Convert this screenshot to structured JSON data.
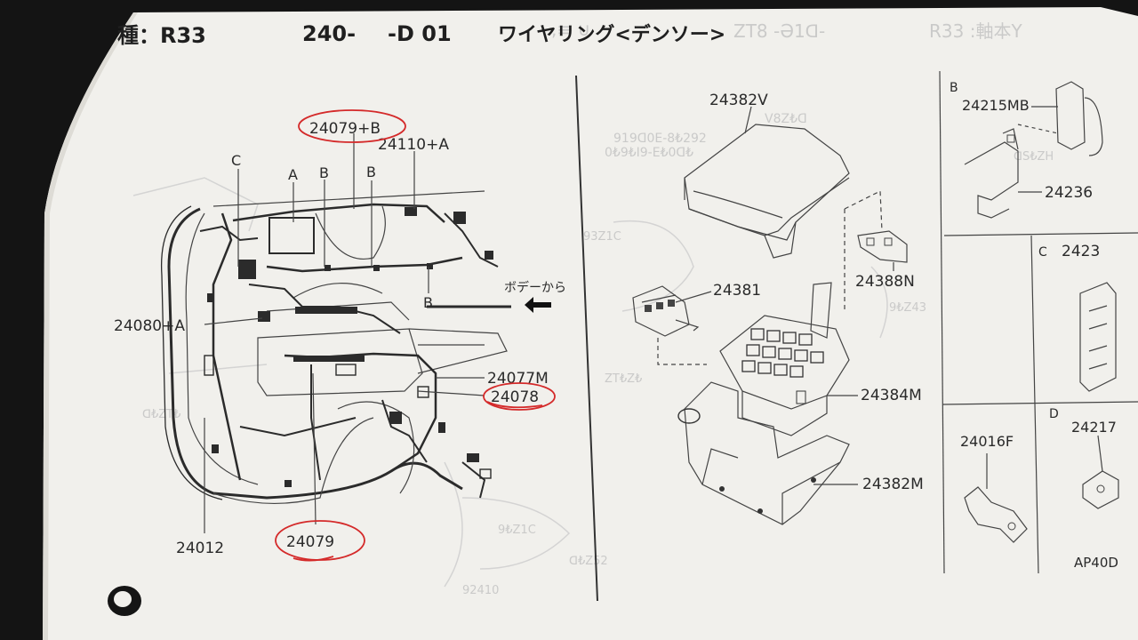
{
  "header": {
    "model_label": "種：R33",
    "section_code": "240-",
    "page_code": "-D 01",
    "title": "ワイヤリング<デンソー>"
  },
  "left_panel": {
    "labels": {
      "p24079b": "24079+B",
      "p24110a": "24110+A",
      "letter_c": "C",
      "letter_a": "A",
      "letter_b1": "B",
      "letter_b2": "B",
      "letter_b3": "B",
      "p24080a": "24080+A",
      "p24077m": "24077M",
      "p24078": "24078",
      "p24012": "24012",
      "p24079": "24079",
      "body_from": "ボデーから"
    },
    "circled_parts": [
      "24079+B",
      "24078",
      "24079"
    ]
  },
  "center_panel": {
    "labels": {
      "p24382v": "24382V",
      "p24381": "24381",
      "p24388n": "24388N",
      "p24384m": "24384M",
      "p24382m": "24382M"
    }
  },
  "right_panel": {
    "labels": {
      "box_b": "B",
      "p24215mb": "24215MB",
      "p24236": "24236",
      "box_c": "C",
      "p2423": "2423",
      "box_d": "D",
      "p24016f": "24016F",
      "p24217": "24217",
      "page_ref": "AP40D"
    }
  },
  "colors": {
    "paper": "#f1f0ec",
    "ink": "#2a2a2a",
    "red_pen": "#d42a2a",
    "background": "#141414"
  }
}
